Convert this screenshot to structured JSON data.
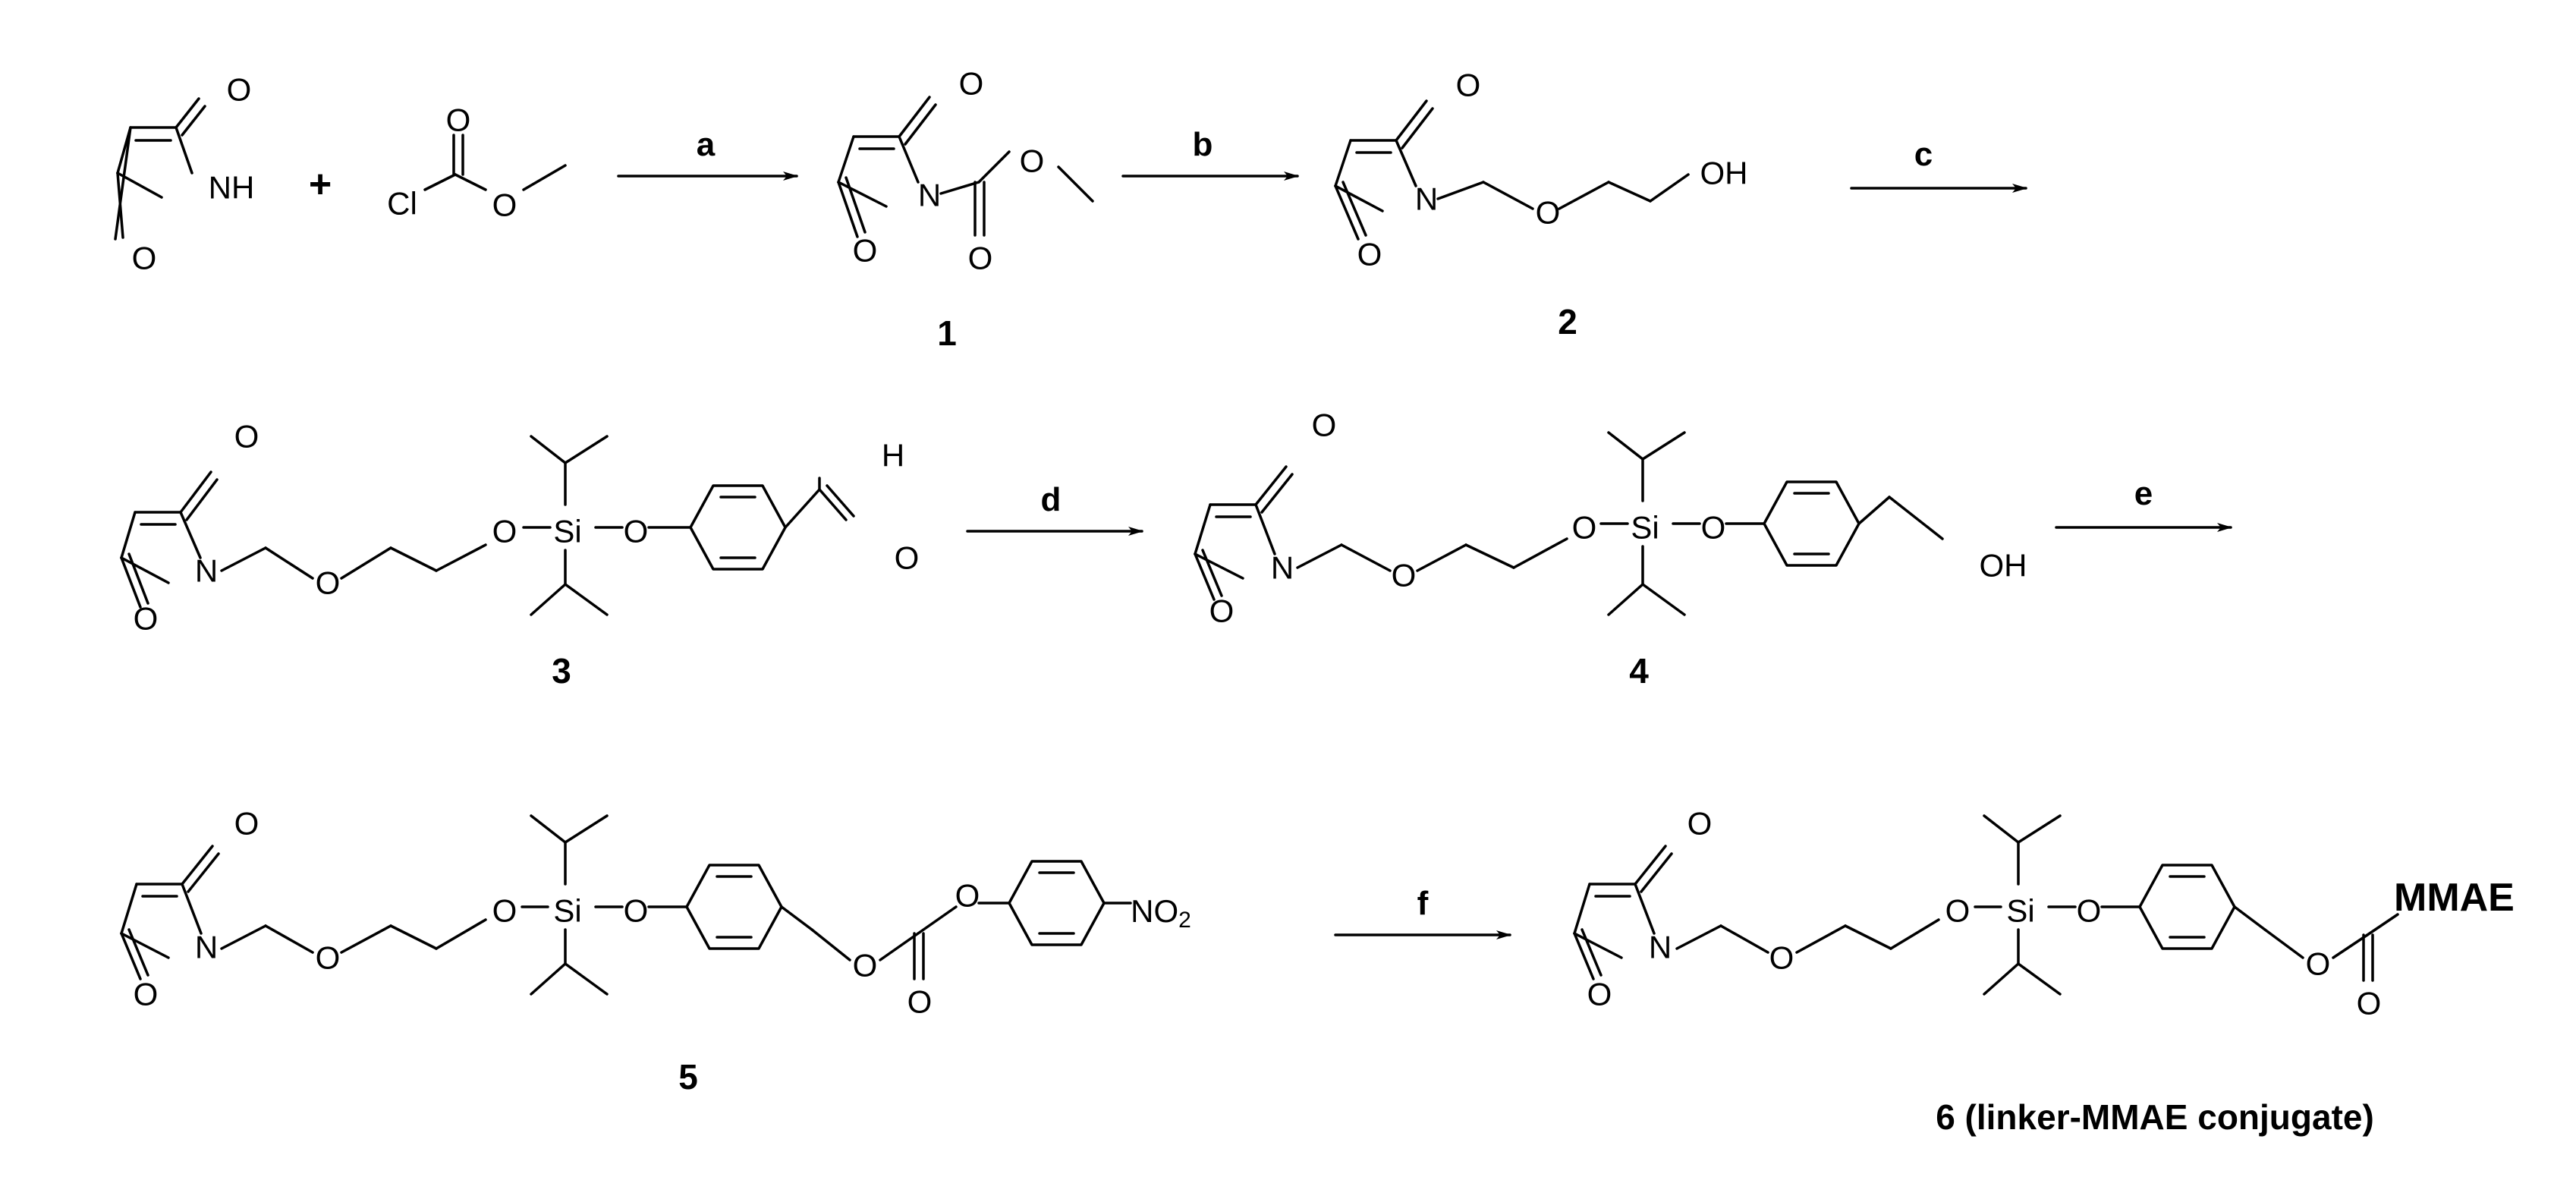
{
  "atoms": {
    "O": "O",
    "N": "N",
    "NH": "NH",
    "OH": "OH",
    "Cl": "Cl",
    "Si": "Si",
    "H": "H",
    "NO2_main": "NO",
    "NO2_sub": "2"
  },
  "plus": "+",
  "reagents": [
    "a",
    "b",
    "c",
    "d",
    "e",
    "f"
  ],
  "compounds": {
    "c1": "1",
    "c2": "2",
    "c3": "3",
    "c4": "4",
    "c5": "5",
    "c6": "6  (linker-MMAE conjugate)"
  },
  "payload": "MMAE"
}
